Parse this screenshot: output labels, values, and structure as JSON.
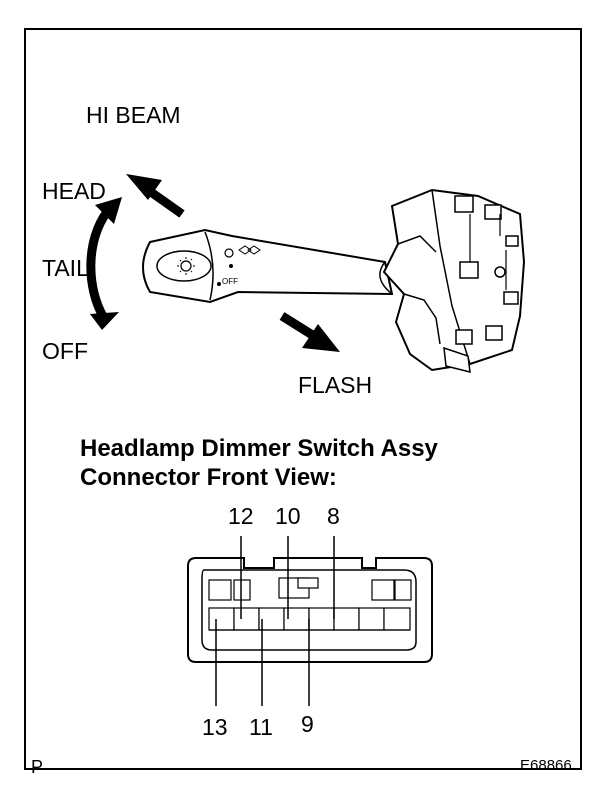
{
  "switch_labels": {
    "hi_beam": "HI BEAM",
    "head": "HEAD",
    "tail": "TAIL",
    "off": "OFF",
    "flash": "FLASH",
    "lever_off": "OFF"
  },
  "connector": {
    "title_line1": "Headlamp Dimmer Switch Assy",
    "title_line2": "Connector Front View:",
    "top_pins": [
      "12",
      "10",
      "8"
    ],
    "bottom_pins": [
      "13",
      "11",
      "9"
    ]
  },
  "footer": {
    "left_mark": "P",
    "figure_code": "E68866"
  }
}
